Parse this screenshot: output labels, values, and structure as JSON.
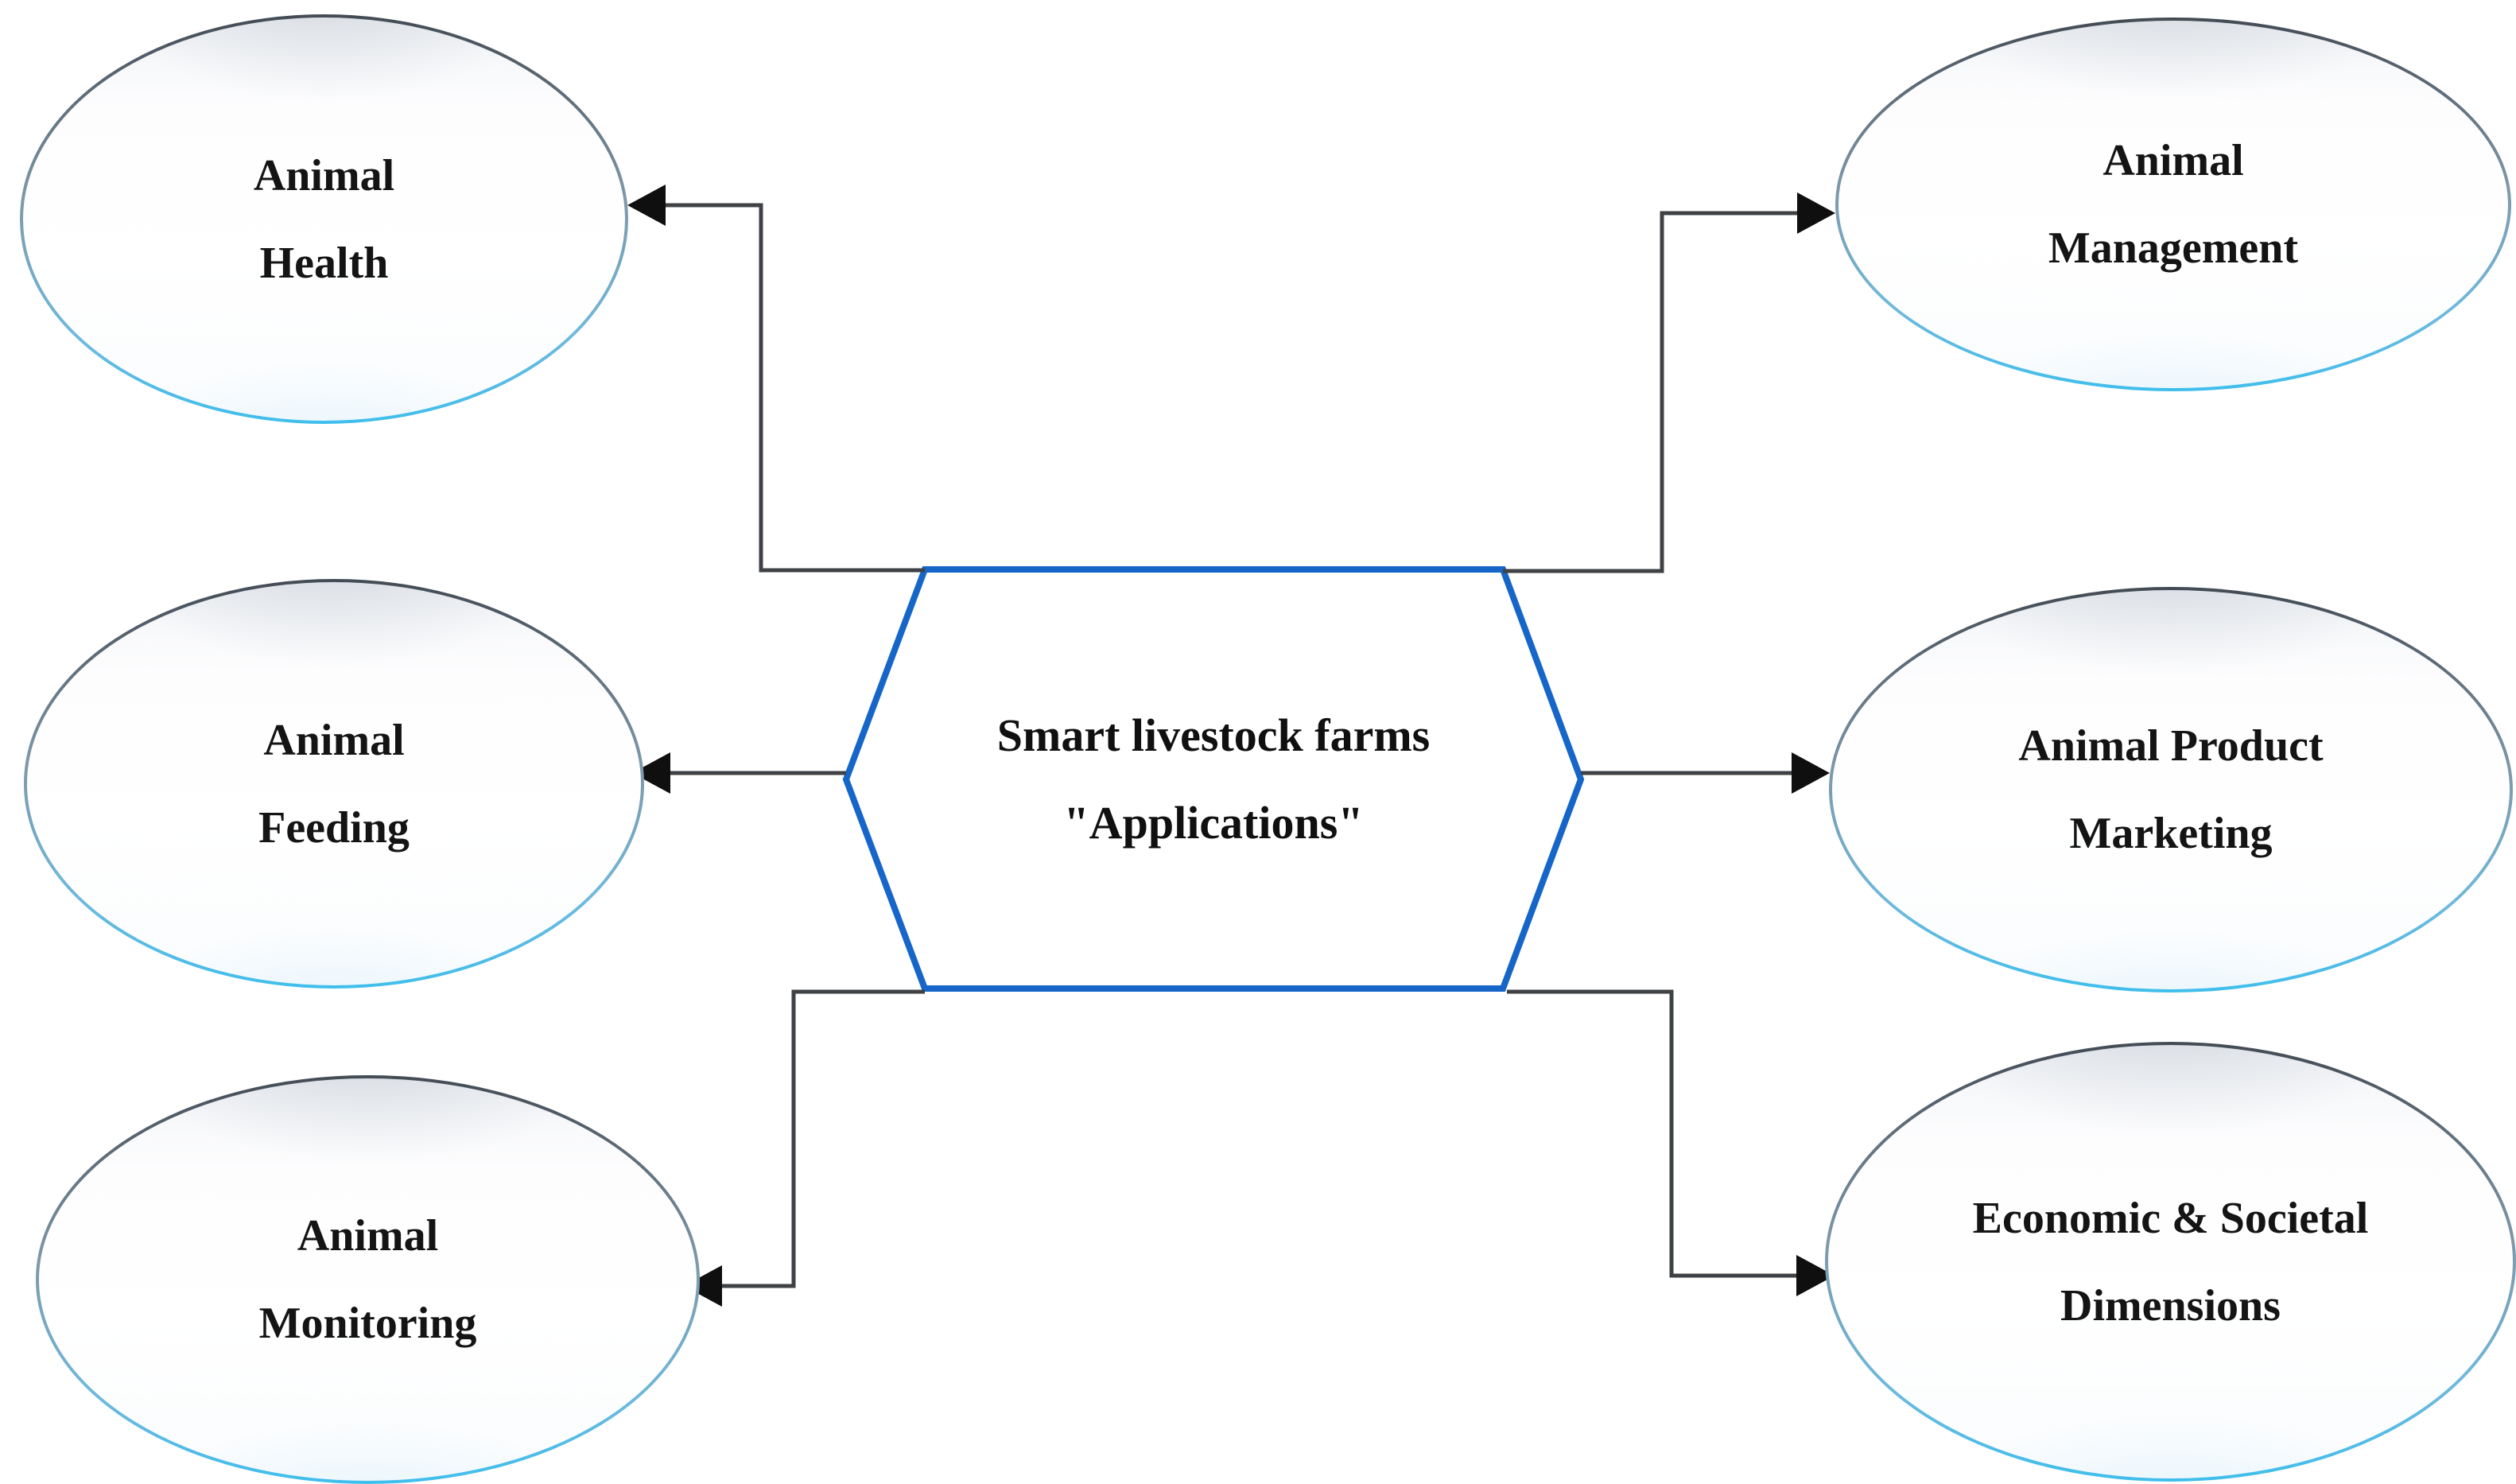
{
  "center_node": {
    "shape": "hexagon",
    "line1": "Smart livestock farms",
    "line2": "\"Applications\""
  },
  "nodes": [
    {
      "id": "animal-health",
      "line1": "Animal",
      "line2": "Health"
    },
    {
      "id": "animal-management",
      "line1": "Animal",
      "line2": "Management"
    },
    {
      "id": "animal-feeding",
      "line1": "Animal",
      "line2": "Feeding"
    },
    {
      "id": "animal-product-marketing",
      "line1": "Animal Product",
      "line2": "Marketing"
    },
    {
      "id": "animal-monitoring",
      "line1": "Animal",
      "line2": "Monitoring"
    },
    {
      "id": "economic-societal-dimensions",
      "line1": "Economic & Societal",
      "line2": "Dimensions"
    }
  ],
  "connections": [
    {
      "from": "center",
      "to": "animal-health",
      "arrow": "into-node"
    },
    {
      "from": "center",
      "to": "animal-management",
      "arrow": "into-node"
    },
    {
      "from": "center",
      "to": "animal-feeding",
      "arrow": "into-node"
    },
    {
      "from": "center",
      "to": "animal-product-marketing",
      "arrow": "into-node"
    },
    {
      "from": "center",
      "to": "animal-monitoring",
      "arrow": "into-node"
    },
    {
      "from": "center",
      "to": "economic-societal-dimensions",
      "arrow": "into-node"
    }
  ],
  "colors": {
    "hexagon_border": "#1566c8",
    "connector_line": "#3f4245",
    "arrowhead": "#0f0f0f",
    "ellipse_ring_top": "#434b54",
    "ellipse_ring_bottom": "#3fbeec"
  }
}
